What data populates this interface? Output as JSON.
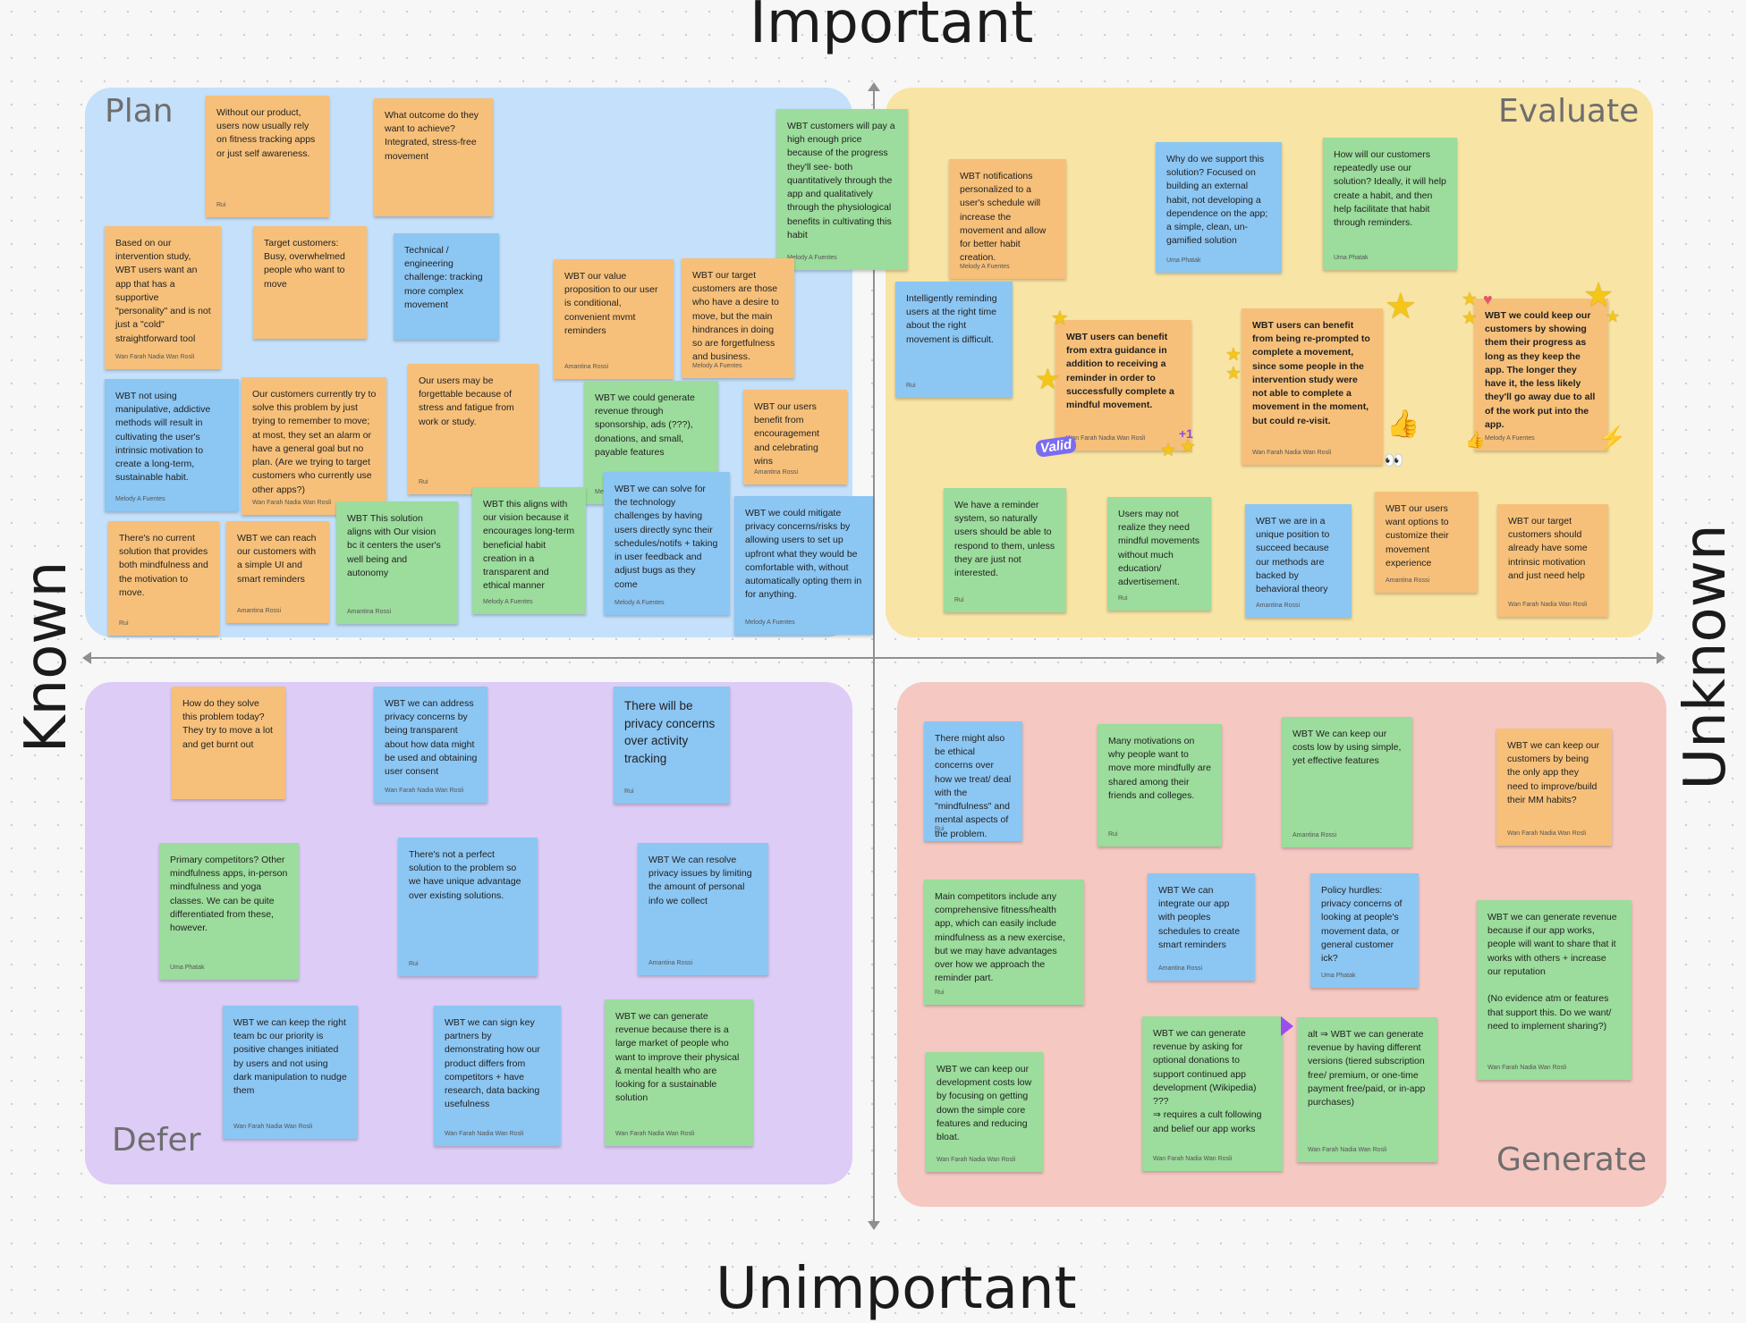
{
  "axes": {
    "top": "Important",
    "bottom": "Unimportant",
    "left": "Known",
    "right": "Unknown"
  },
  "sections": {
    "plan": "Plan",
    "evaluate": "Evaluate",
    "defer": "Defer",
    "generate": "Generate"
  },
  "colors": {
    "plan": "#c4e0fa",
    "evaluate": "#f8e4a4",
    "defer": "#dcccf6",
    "generate": "#f5c8c2",
    "sticky_orange": "#f6c07a",
    "sticky_green": "#9cdc9c",
    "sticky_blue": "#8cc6f3"
  },
  "stickies": [
    {
      "text": "Without our product, users now usually rely on fitness tracking apps or just self awareness.",
      "author": "Rui"
    },
    {
      "text": "What outcome do they want to achieve? Integrated, stress-free movement",
      "author": ""
    },
    {
      "text": "WBT customers will pay a high enough price because of the progress they'll see- both quantitatively through the app and qualitatively through the physiological benefits in cultivating this habit",
      "author": "Melody A Fuentes"
    },
    {
      "text": "Based on our intervention study, WBT users want an app that has a supportive \"personality\" and is not just a \"cold\" straightforward tool",
      "author": "Wan Farah Nadia Wan Rosli"
    },
    {
      "text": "Target customers: Busy, overwhelmed people who want to move",
      "author": ""
    },
    {
      "text": "Technical / engineering challenge: tracking more complex movement",
      "author": ""
    },
    {
      "text": "WBT our value proposition to our user is conditional, convenient mvmt reminders",
      "author": "Amantina Rossi"
    },
    {
      "text": "WBT our target customers are those who have a desire to move, but the main hindrances in doing so are forgetfulness and business.",
      "author": "Melody A Fuentes"
    },
    {
      "text": "WBT not using manipulative, addictive methods will result in cultivating the user's intrinsic motivation to create a long-term, sustainable habit.",
      "author": "Melody A Fuentes"
    },
    {
      "text": "Our customers currently try to solve this problem by just trying to remember to move; at most, they set an alarm or have a general goal but no plan. (Are we trying to target customers who currently use other apps?)",
      "author": "Wan Farah Nadia Wan Rosli"
    },
    {
      "text": "Our users may be forgettable because of stress and fatigue from work or study.",
      "author": "Rui"
    },
    {
      "text": "WBT we could generate revenue through sponsorship, ads (???), donations, and small, payable features",
      "author": "Melody A Fuentes"
    },
    {
      "text": "WBT our users benefit from encouragement and celebrating wins",
      "author": "Amantina Rossi"
    },
    {
      "text": "There's no current solution that provides both mindfulness and the motivation to move.",
      "author": "Rui"
    },
    {
      "text": "WBT we can reach our customers with a simple UI and smart reminders",
      "author": "Amantina Rossi"
    },
    {
      "text": "WBT This solution aligns with Our vision bc it centers the user's well being and autonomy",
      "author": "Amantina Rossi"
    },
    {
      "text": "WBT this aligns with our vision because it encourages long-term beneficial habit creation in a transparent and ethical manner",
      "author": "Melody A Fuentes"
    },
    {
      "text": "WBT we can solve for the technology challenges by having users directly sync their schedules/notifs + taking in user feedback and adjust bugs as they come",
      "author": "Melody A Fuentes"
    },
    {
      "text": "WBT we could mitigate privacy concerns/risks by allowing users to set up upfront what they would be comfortable with, without automatically opting them in for anything.",
      "author": "Melody A Fuentes"
    },
    {
      "text": "WBT notifications personalized to a user's schedule will increase the movement and allow for better habit creation.",
      "author": "Melody A Fuentes"
    },
    {
      "text": "Why do we support this solution? Focused on building an external habit, not developing a dependence on the app; a simple, clean, un-gamified solution",
      "author": "Uma Phatak"
    },
    {
      "text": "How will our customers repeatedly use our solution? Ideally, it will help create a habit, and then help facilitate that habit through reminders.",
      "author": "Uma Phatak"
    },
    {
      "text": "Intelligently reminding users at the right time about the right movement is difficult.",
      "author": "Rui"
    },
    {
      "text": "WBT users can benefit from extra guidance in addition to receiving a reminder in order to successfully complete a mindful movement.",
      "author": "Wan Farah Nadia Wan Rosli"
    },
    {
      "text": "WBT users can benefit from being re-prompted to complete a movement, since some people in the intervention study were not able to complete a movement in the moment, but could re-visit.",
      "author": "Wan Farah Nadia Wan Rosli"
    },
    {
      "text": "WBT we could keep our customers by showing them their progress as long as they keep the app. The longer they have it, the less likely they'll go away due to all of the work put into the app.",
      "author": "Melody A Fuentes"
    },
    {
      "text": "We have a reminder system, so naturally users should be able to respond to them, unless they are just not interested.",
      "author": "Rui"
    },
    {
      "text": "Users may not realize they need mindful movements without much education/ advertisement.",
      "author": "Rui"
    },
    {
      "text": "WBT we are in a unique position to succeed because our methods are backed by behavioral theory",
      "author": "Amantina Rossi"
    },
    {
      "text": "WBT our users want options to customize their movement experience",
      "author": "Amantina Rossi"
    },
    {
      "text": "WBT our target customers should already have some intrinsic motivation and just need help",
      "author": "Wan Farah Nadia Wan Rosli"
    },
    {
      "text": "How do they solve this problem today? They try to move a lot and get burnt out",
      "author": ""
    },
    {
      "text": "WBT we can address privacy concerns by being transparent about how data might be used and obtaining user consent",
      "author": "Wan Farah Nadia Wan Rosli"
    },
    {
      "text": "There will be privacy concerns over activity tracking",
      "author": "Rui"
    },
    {
      "text": "Primary competitors? Other mindfulness apps, in-person mindfulness and yoga classes. We can be quite differentiated from these, however.",
      "author": "Uma Phatak"
    },
    {
      "text": "There's not a perfect solution to the problem so we have unique advantage over existing solutions.",
      "author": "Rui"
    },
    {
      "text": "WBT We can resolve privacy issues by limiting the amount of personal info we collect",
      "author": "Amantina Rossi"
    },
    {
      "text": "WBT we can keep the right team bc our priority is positive changes initiated by users and not using dark manipulation to nudge them",
      "author": "Wan Farah Nadia Wan Rosli"
    },
    {
      "text": "WBT we can sign key partners by demonstrating how our product differs from competitors + have research, data backing usefulness",
      "author": "Wan Farah Nadia Wan Rosli"
    },
    {
      "text": "WBT we can generate revenue because there is  a large market of people who want to improve their physical & mental health who are looking for a sustainable solution",
      "author": "Wan Farah Nadia Wan Rosli"
    },
    {
      "text": "There might also be ethical concerns over how we treat/ deal with the \"mindfulness\" and mental aspects of the problem.",
      "author": "Rui"
    },
    {
      "text": "Many motivations on why people want to move more mindfully are shared among their friends and colleges.",
      "author": "Rui"
    },
    {
      "text": "WBT We can keep our costs low by using simple, yet effective features",
      "author": "Amantina Rossi"
    },
    {
      "text": "WBT we can keep our customers by being the only app they need to improve/build their MM habits?",
      "author": "Wan Farah Nadia Wan Rosli"
    },
    {
      "text": "Main competitors include any comprehensive fitness/health app, which can easily include mindfulness as a new exercise, but we may have advantages over how we approach the reminder part.",
      "author": "Rui"
    },
    {
      "text": "WBT We can integrate our app with peoples schedules to create smart reminders",
      "author": "Amantina Rossi"
    },
    {
      "text": "Policy hurdles: privacy concerns of looking at people's movement data, or general customer ick?",
      "author": "Uma Phatak"
    },
    {
      "text": "WBT we can generate revenue because if our app works, people will want to share that it works with others + increase our reputation\n\n(No evidence atm or features that support this. Do we want/ need to implement sharing?)",
      "author": "Wan Farah Nadia Wan Rosli"
    },
    {
      "text": "WBT we can keep our development costs low by focusing on getting down the simple core features and reducing bloat.",
      "author": "Wan Farah Nadia Wan Rosli"
    },
    {
      "text": "WBT we can generate revenue by asking for optional donations to support continued app development (Wikipedia) ???\n⇒ requires a cult following and belief our app works",
      "author": "Wan Farah Nadia Wan Rosli"
    },
    {
      "text": "alt ⇒ WBT we can generate revenue by having different versions (tiered subscription free/ premium, or one-time payment free/paid, or in-app purchases)",
      "author": "Wan Farah Nadia Wan Rosli"
    }
  ],
  "stickers": {
    "valid": "Valid",
    "plus_one": "+1"
  }
}
